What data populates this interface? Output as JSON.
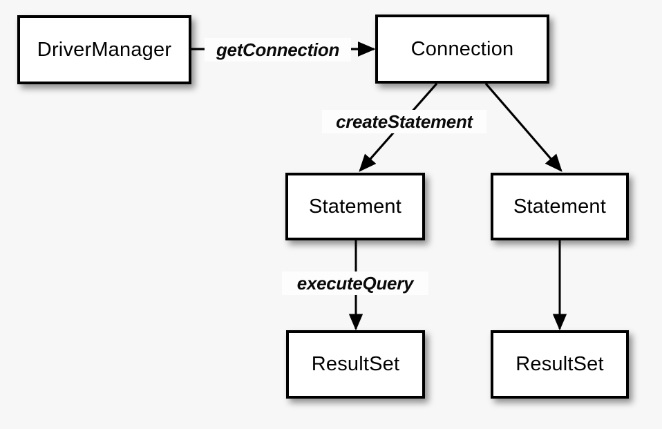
{
  "diagram": {
    "type": "object-creation-flow",
    "background_color": "#f7f7f7",
    "node_fill": "#ffffff",
    "node_stroke": "#000000",
    "nodes": [
      {
        "id": "drivermanager",
        "label": "DriverManager"
      },
      {
        "id": "connection",
        "label": "Connection"
      },
      {
        "id": "statement-left",
        "label": "Statement"
      },
      {
        "id": "statement-right",
        "label": "Statement"
      },
      {
        "id": "resultset-left",
        "label": "ResultSet"
      },
      {
        "id": "resultset-right",
        "label": "ResultSet"
      }
    ],
    "edges": [
      {
        "id": "getconnection",
        "label": "getConnection",
        "from": "drivermanager",
        "to": "connection",
        "arrow": true
      },
      {
        "id": "createstatement",
        "label": "createStatement",
        "from": "connection",
        "to": "statement-left",
        "arrow": true
      },
      {
        "id": "createstatement-right",
        "label": "",
        "from": "connection",
        "to": "statement-right",
        "arrow": true
      },
      {
        "id": "executequery",
        "label": "executeQuery",
        "from": "statement-left",
        "to": "resultset-left",
        "arrow": true
      },
      {
        "id": "executequery-right",
        "label": "",
        "from": "statement-right",
        "to": "resultset-right",
        "arrow": true
      }
    ]
  }
}
